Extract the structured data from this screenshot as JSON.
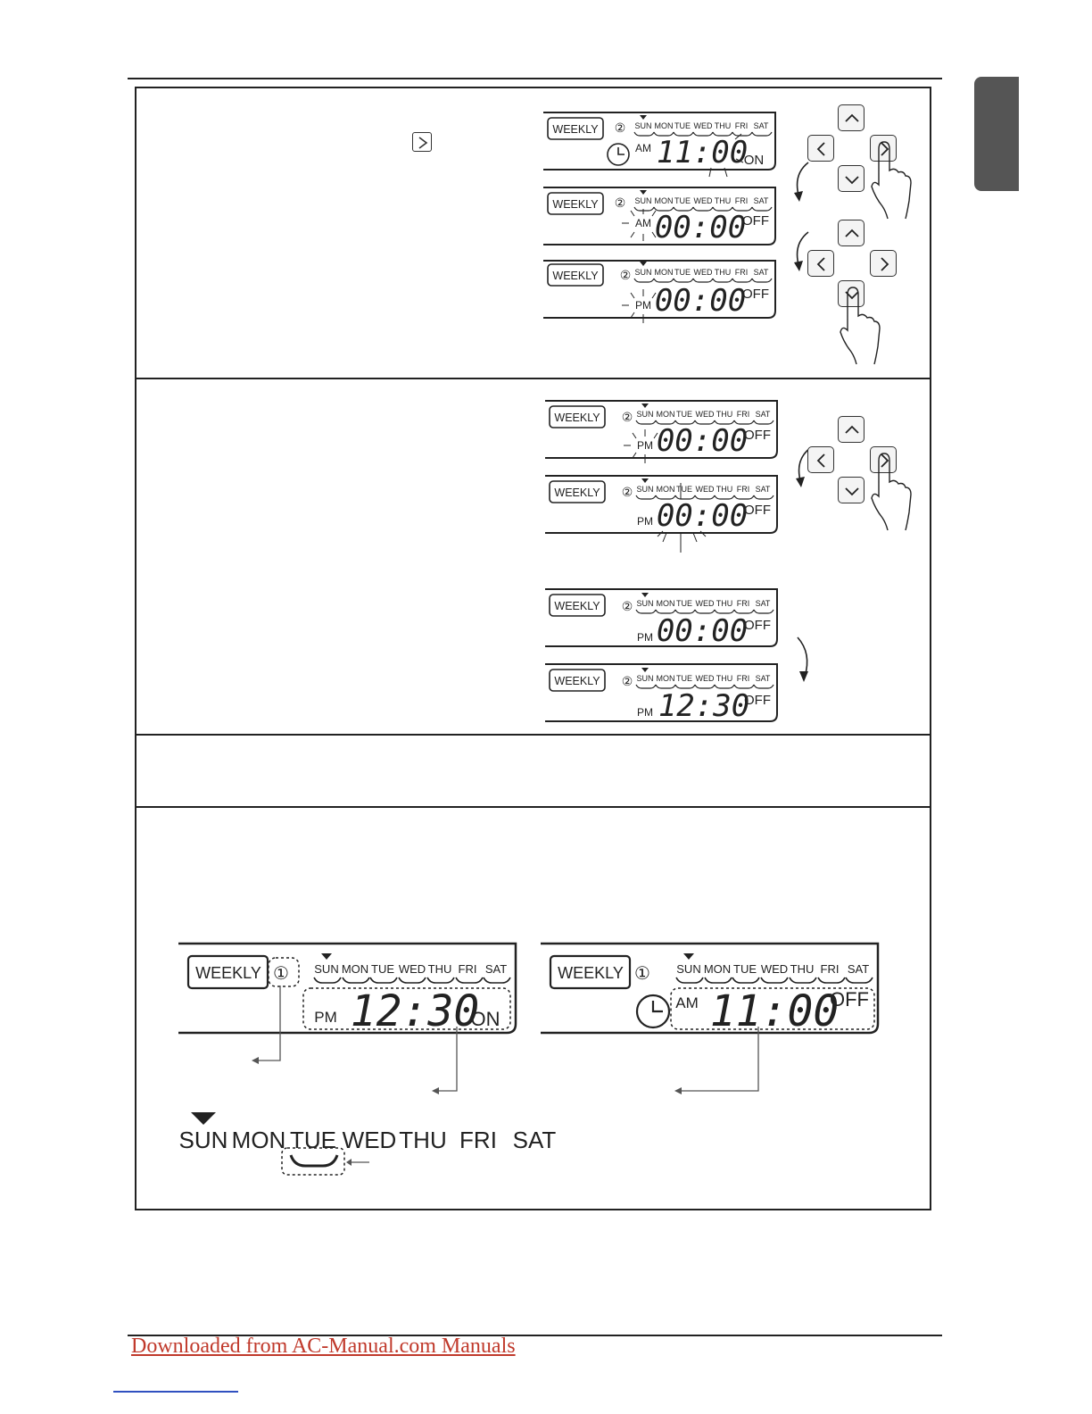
{
  "lcd": {
    "weekly": "WEEKLY",
    "days": [
      "SUN",
      "MON",
      "TUE",
      "WED",
      "THU",
      "FRI",
      "SAT"
    ],
    "prog2": "②",
    "prog1": "①"
  },
  "panel1": {
    "d1": {
      "ampm": "AM",
      "time": "11:00",
      "state": "ON"
    },
    "d2": {
      "ampm": "AM",
      "time": "00:00",
      "state": "OFF"
    },
    "d3": {
      "ampm": "PM",
      "time": "00:00",
      "state": "OFF"
    }
  },
  "panel2": {
    "d1": {
      "ampm": "PM",
      "time": "00:00",
      "state": "OFF"
    },
    "d2": {
      "ampm": "PM",
      "time": "00:00",
      "state": "OFF"
    },
    "d3": {
      "ampm": "PM",
      "time": "00:00",
      "state": "OFF"
    },
    "d4": {
      "ampm": "PM",
      "time": "12:30",
      "state": "OFF"
    }
  },
  "panel4": {
    "left": {
      "ampm": "PM",
      "time": "12:30",
      "state": "ON"
    },
    "right": {
      "ampm": "AM",
      "time": "11:00",
      "state": "OFF"
    },
    "legend_days": [
      "SUN",
      "MON",
      "TUE",
      "WED",
      "THU",
      "FRI",
      "SAT"
    ]
  },
  "footer": {
    "link": "Downloaded from AC-Manual.com Manuals"
  }
}
